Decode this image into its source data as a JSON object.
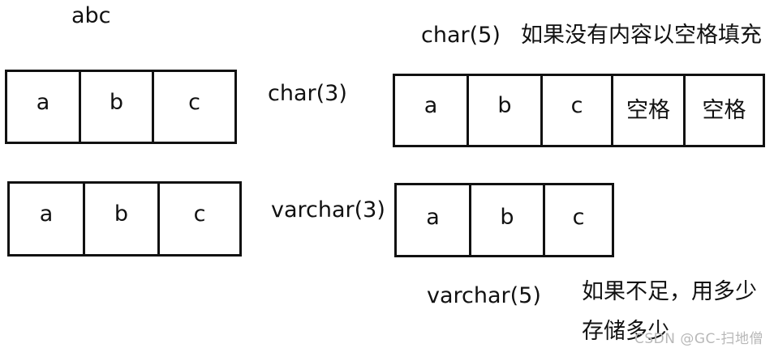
{
  "input_string": "abc",
  "char3": {
    "label": "char(3)",
    "cells": [
      "a",
      "b",
      "c"
    ]
  },
  "char5": {
    "label": "char(5)",
    "note": "如果没有内容以空格填充",
    "cells": [
      "a",
      "b",
      "c",
      "空格",
      "空格"
    ]
  },
  "varchar3": {
    "label": "varchar(3)",
    "cells": [
      "a",
      "b",
      "c"
    ]
  },
  "varchar5": {
    "label": "varchar(5)",
    "note_line1": "如果不足，用多少",
    "note_line2": "存储多少",
    "cells": [
      "a",
      "b",
      "c"
    ]
  },
  "watermark": "CSDN @GC-扫地僧"
}
